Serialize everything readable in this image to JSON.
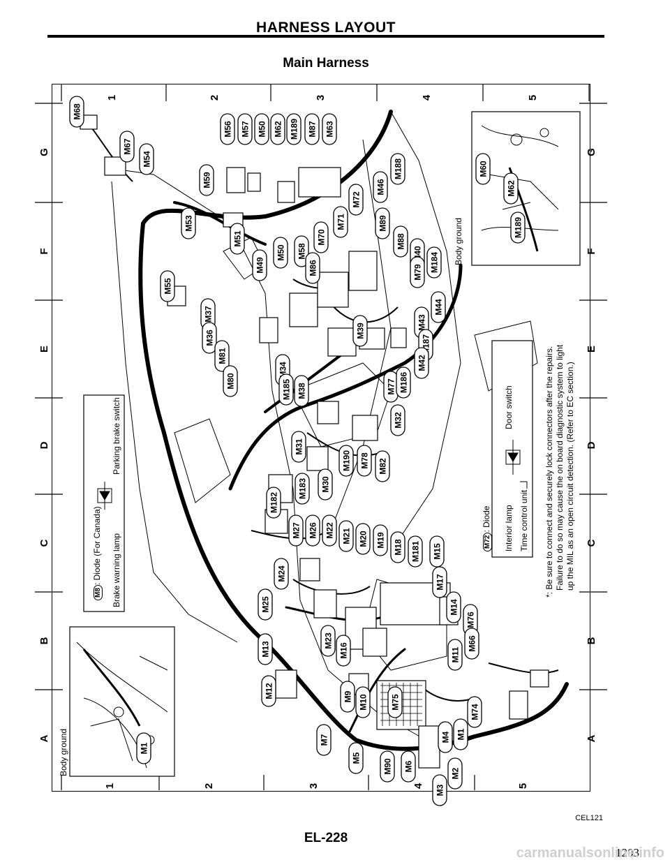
{
  "header": {
    "title": "HARNESS LAYOUT",
    "subtitle": "Main Harness"
  },
  "grid": {
    "numbers": [
      "1",
      "2",
      "3",
      "4",
      "5"
    ],
    "letters": [
      "A",
      "B",
      "C",
      "D",
      "E",
      "F",
      "G"
    ]
  },
  "connectors": [
    "M68",
    "M67",
    "M54",
    "M56",
    "M57",
    "M50",
    "M62",
    "M189",
    "M87",
    "M63",
    "M59",
    "M53",
    "M51",
    "M46",
    "M188",
    "M72",
    "M71",
    "M70",
    "M58",
    "M86",
    "M50",
    "M49",
    "M55",
    "M37",
    "M36",
    "M81",
    "M80",
    "M89",
    "M88",
    "M40",
    "M79",
    "M184",
    "M39",
    "M43",
    "M44",
    "M187",
    "M34",
    "M185",
    "M38",
    "M42",
    "M77",
    "M32",
    "M186",
    "M31",
    "M190",
    "M78",
    "M82",
    "M30",
    "M183",
    "M182",
    "M27",
    "M26",
    "M22",
    "M21",
    "M20",
    "M19",
    "M18",
    "M181",
    "M15",
    "M24",
    "M25",
    "M17",
    "M14",
    "M76",
    "M23",
    "M16",
    "M11",
    "M13",
    "M12",
    "M9",
    "M10",
    "M75",
    "M66",
    "M74",
    "M1",
    "M4",
    "M7",
    "M5",
    "M90",
    "M6",
    "M2",
    "M3"
  ],
  "inset_top": {
    "label": "Body ground",
    "connectors": [
      "M60",
      "M62",
      "M189"
    ]
  },
  "inset_left": {
    "label": "Body ground",
    "connector": "M1"
  },
  "legend_diode_canada": {
    "connector": "M8",
    "text": ": Diode (For Canada)",
    "left_label": "Brake warning lamp",
    "right_label": "Parking brake switch"
  },
  "legend_diode": {
    "connector": "M72",
    "text": ": Diode",
    "label_interior": "Interior lamp",
    "label_timer": "Time control unit",
    "label_door": "Door switch"
  },
  "note": {
    "mark": "*",
    "lines": [
      ": Be sure to connect and securely lock connectors after the repairs.",
      "Failure to do so may cause the on board diagnostic system to light",
      "up the MIL as an open circuit detection. (Refer to EC section.)"
    ]
  },
  "figure_code": "CEL121",
  "page_label": "EL-228",
  "page_number": "1203",
  "watermark": "carmanualsonline.info",
  "colors": {
    "ink": "#000000",
    "paper": "#ffffff"
  }
}
